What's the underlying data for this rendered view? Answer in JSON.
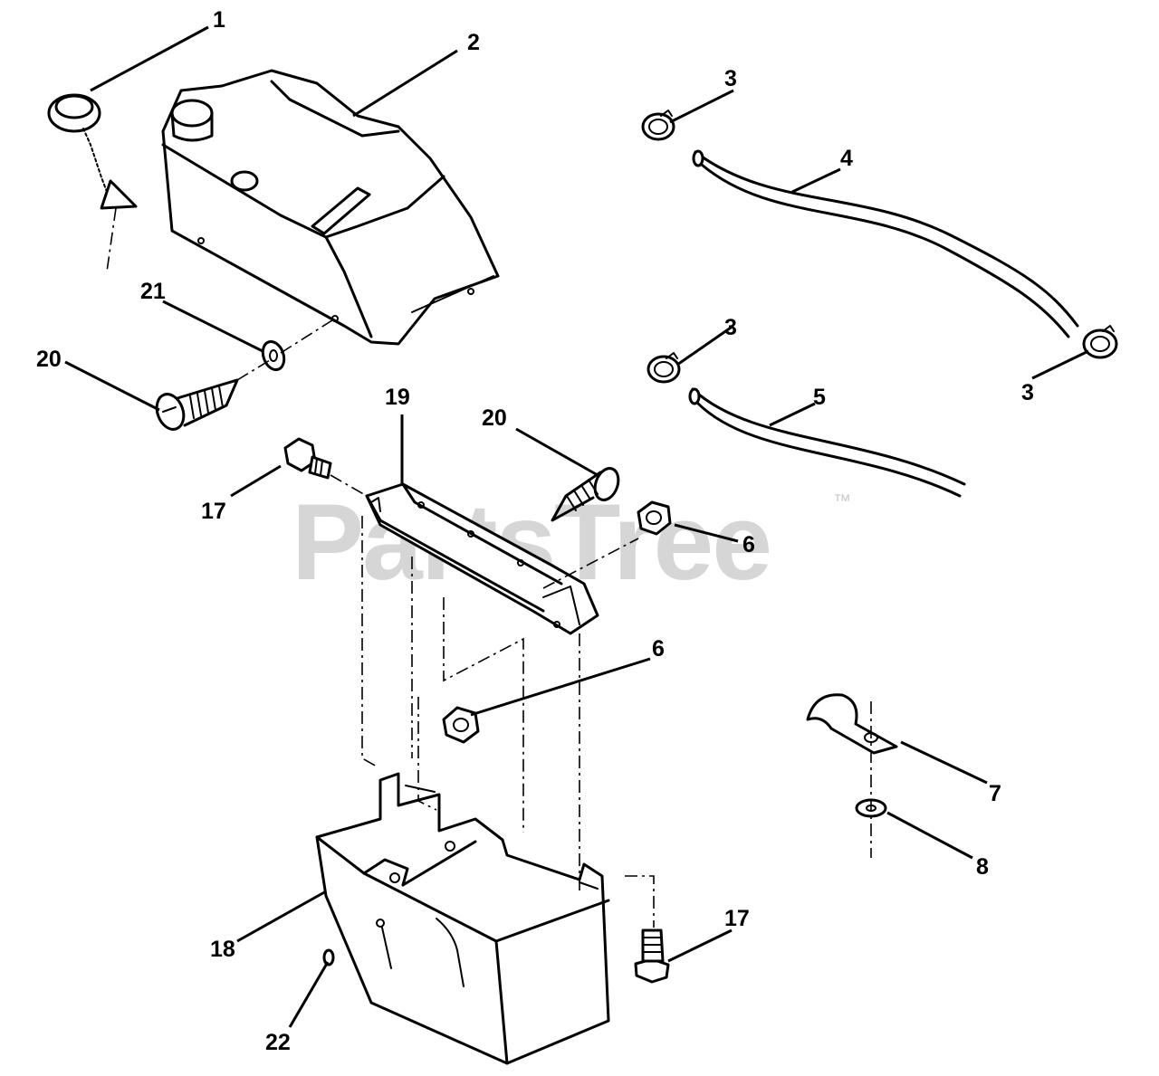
{
  "watermark": {
    "text": "PartsTree",
    "trademark": "™"
  },
  "callouts": {
    "c1": "1",
    "c2": "2",
    "c3a": "3",
    "c3b": "3",
    "c3c": "3",
    "c4": "4",
    "c5": "5",
    "c6a": "6",
    "c6b": "6",
    "c7": "7",
    "c8": "8",
    "c17a": "17",
    "c17b": "17",
    "c18": "18",
    "c19": "19",
    "c20a": "20",
    "c20b": "20",
    "c21": "21",
    "c22": "22"
  }
}
